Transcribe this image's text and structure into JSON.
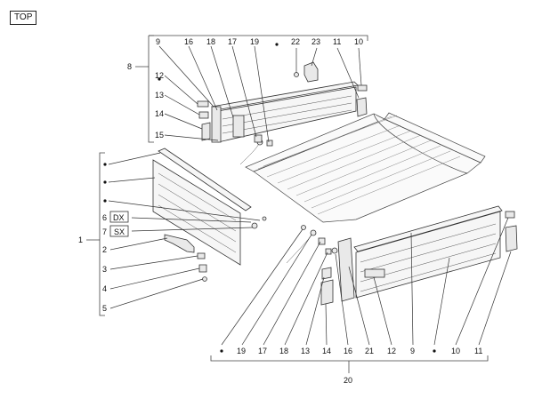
{
  "badge": "TOP",
  "front_group": {
    "group_label": "8",
    "callouts": [
      "9",
      "16",
      "18",
      "17",
      "19",
      "22",
      "23",
      "11",
      "10",
      "12",
      "13",
      "14",
      "15"
    ]
  },
  "tailgate_group": {
    "group_label": "1",
    "callouts": [
      "6",
      "DX",
      "7",
      "SX",
      "2",
      "3",
      "4",
      "5"
    ]
  },
  "side_group": {
    "group_label": "20",
    "callouts": [
      "19",
      "17",
      "18",
      "13",
      "14",
      "16",
      "21",
      "12",
      "9",
      "10",
      "11"
    ]
  },
  "colors": {
    "line": "#333333",
    "background": "#ffffff"
  }
}
